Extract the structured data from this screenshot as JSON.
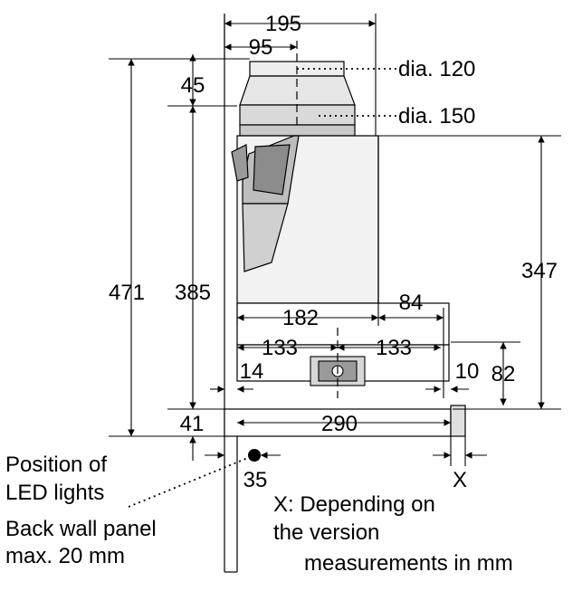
{
  "dimensions": {
    "overall_width": "195",
    "outlet_offset": "95",
    "outlet_height": "45",
    "total_height": "471",
    "body_height": "385",
    "clearance_bottom": "41",
    "inner_width": "182",
    "side_depth": "84",
    "front_height": "347",
    "half_left": "133",
    "half_right": "133",
    "panel_gap": "14",
    "front_gap": "10",
    "front_offset": "82",
    "depth": "290",
    "led_offset": "35",
    "variable": "X"
  },
  "labels": {
    "dia_120": "dia. 120",
    "dia_150": "dia. 150",
    "led_line1": "Position of",
    "led_line2": "LED lights",
    "panel_line1": "Back wall panel",
    "panel_line2": "max. 20 mm",
    "x_note_line1": "X: Depending on",
    "x_note_line2": "the version",
    "units_note": "measurements in mm"
  }
}
